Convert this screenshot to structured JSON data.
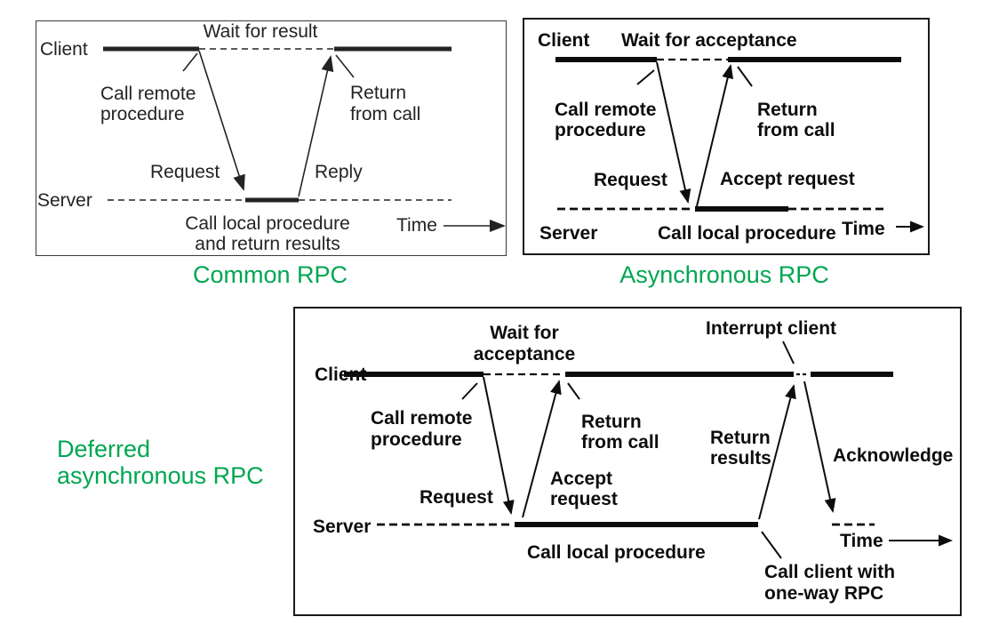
{
  "page": {
    "caption_color": "#00a651",
    "ink_print": "#232323",
    "ink_scan": "#0d0d0d",
    "background": "#ffffff"
  },
  "diagrams": {
    "common": {
      "caption": "Common RPC",
      "labels": {
        "client": "Client",
        "server": "Server",
        "wait": "Wait for result",
        "call_remote_1": "Call remote",
        "call_remote_2": "procedure",
        "return_1": "Return",
        "return_2": "from call",
        "request": "Request",
        "reply": "Reply",
        "call_local_1": "Call local procedure",
        "call_local_2": "and return results",
        "time": "Time"
      }
    },
    "async": {
      "caption": "Asynchronous RPC",
      "labels": {
        "client": "Client",
        "server": "Server",
        "wait": "Wait for acceptance",
        "call_remote_1": "Call remote",
        "call_remote_2": "procedure",
        "return_1": "Return",
        "return_2": "from call",
        "request": "Request",
        "accept": "Accept request",
        "call_local": "Call local procedure",
        "time": "Time"
      }
    },
    "deferred": {
      "caption_1": "Deferred",
      "caption_2": "asynchronous RPC",
      "labels": {
        "client": "Client",
        "server": "Server",
        "wait_1": "Wait for",
        "wait_2": "acceptance",
        "call_remote_1": "Call remote",
        "call_remote_2": "procedure",
        "return_1": "Return",
        "return_2": "from call",
        "request": "Request",
        "accept_1": "Accept",
        "accept_2": "request",
        "interrupt": "Interrupt client",
        "return_results_1": "Return",
        "return_results_2": "results",
        "acknowledge": "Acknowledge",
        "call_local": "Call local procedure",
        "call_client_1": "Call client with",
        "call_client_2": "one-way RPC",
        "time": "Time"
      }
    }
  }
}
